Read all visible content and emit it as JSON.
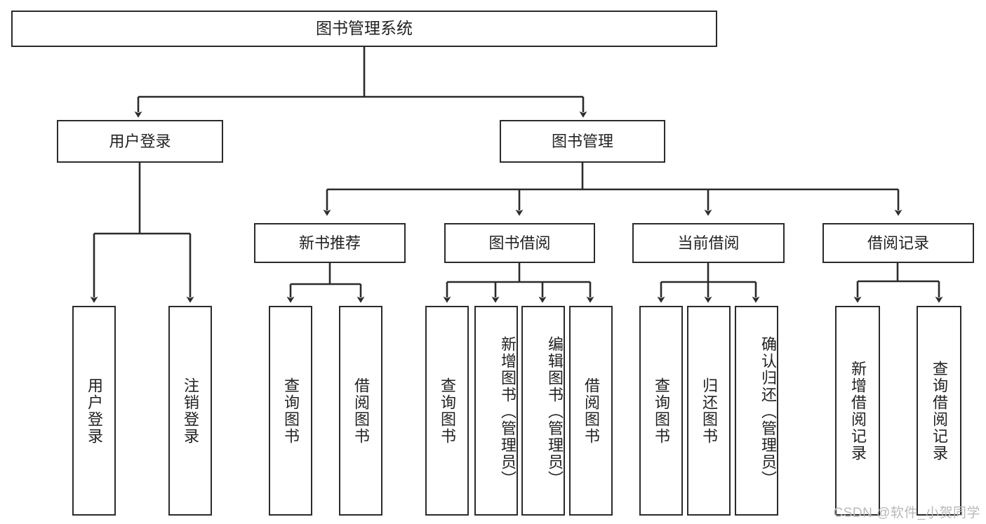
{
  "diagram": {
    "type": "tree",
    "title": "图书管理系统",
    "watermark": "CSDN @软件_小贺同学",
    "colors": {
      "box_border": "#2b2b2b",
      "box_fill": "#ffffff",
      "edge": "#2b2b2b",
      "text": "#222222",
      "watermark": "#b9b9b9"
    },
    "levels": {
      "root": "图书管理系统",
      "level2": [
        "用户登录",
        "图书管理"
      ],
      "level3": [
        "新书推荐",
        "图书借阅",
        "当前借阅",
        "借阅记录"
      ]
    },
    "nodes": {
      "root": {
        "label": "图书管理系统"
      },
      "user_login": {
        "label": "用户登录"
      },
      "book_manage": {
        "label": "图书管理"
      },
      "new_book_rec": {
        "label": "新书推荐"
      },
      "book_borrow": {
        "label": "图书借阅"
      },
      "current_borrow": {
        "label": "当前借阅"
      },
      "borrow_record": {
        "label": "借阅记录"
      },
      "leaf_user_login": {
        "label": "用户登录"
      },
      "leaf_logout": {
        "label": "注销登录"
      },
      "leaf_query_book_1": {
        "label": "查询图书"
      },
      "leaf_borrow_book_1": {
        "label": "借阅图书"
      },
      "leaf_query_book_2": {
        "label": "查询图书"
      },
      "leaf_add_book_admin": {
        "label": "新增图书（管理员）"
      },
      "leaf_edit_book_admin": {
        "label": "编辑图书（管理员）"
      },
      "leaf_borrow_book_2": {
        "label": "借阅图书"
      },
      "leaf_query_book_3": {
        "label": "查询图书"
      },
      "leaf_return_book": {
        "label": "归还图书"
      },
      "leaf_confirm_return_admin": {
        "label": "确认归还（管理员）"
      },
      "leaf_add_borrow_record": {
        "label": "新增借阅记录"
      },
      "leaf_query_borrow_record": {
        "label": "查询借阅记录"
      }
    },
    "edges": [
      {
        "from": "root",
        "to": "user_login"
      },
      {
        "from": "root",
        "to": "book_manage"
      },
      {
        "from": "user_login",
        "to": "leaf_user_login"
      },
      {
        "from": "user_login",
        "to": "leaf_logout"
      },
      {
        "from": "book_manage",
        "to": "new_book_rec"
      },
      {
        "from": "book_manage",
        "to": "book_borrow"
      },
      {
        "from": "book_manage",
        "to": "current_borrow"
      },
      {
        "from": "book_manage",
        "to": "borrow_record"
      },
      {
        "from": "new_book_rec",
        "to": "leaf_query_book_1"
      },
      {
        "from": "new_book_rec",
        "to": "leaf_borrow_book_1"
      },
      {
        "from": "book_borrow",
        "to": "leaf_query_book_2"
      },
      {
        "from": "book_borrow",
        "to": "leaf_add_book_admin"
      },
      {
        "from": "book_borrow",
        "to": "leaf_edit_book_admin"
      },
      {
        "from": "book_borrow",
        "to": "leaf_borrow_book_2"
      },
      {
        "from": "current_borrow",
        "to": "leaf_query_book_3"
      },
      {
        "from": "current_borrow",
        "to": "leaf_return_book"
      },
      {
        "from": "current_borrow",
        "to": "leaf_confirm_return_admin"
      },
      {
        "from": "borrow_record",
        "to": "leaf_add_borrow_record"
      },
      {
        "from": "borrow_record",
        "to": "leaf_query_borrow_record"
      }
    ]
  }
}
